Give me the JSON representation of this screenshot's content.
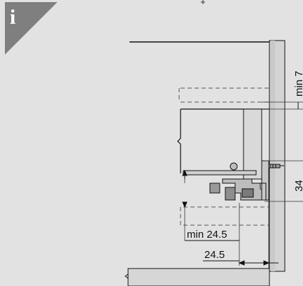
{
  "badge": {
    "letter": "i"
  },
  "dimensions": {
    "min_7": "min 7",
    "dim_34": "34",
    "min_24_5": "min 24.5",
    "dim_24_5": "24.5"
  }
}
